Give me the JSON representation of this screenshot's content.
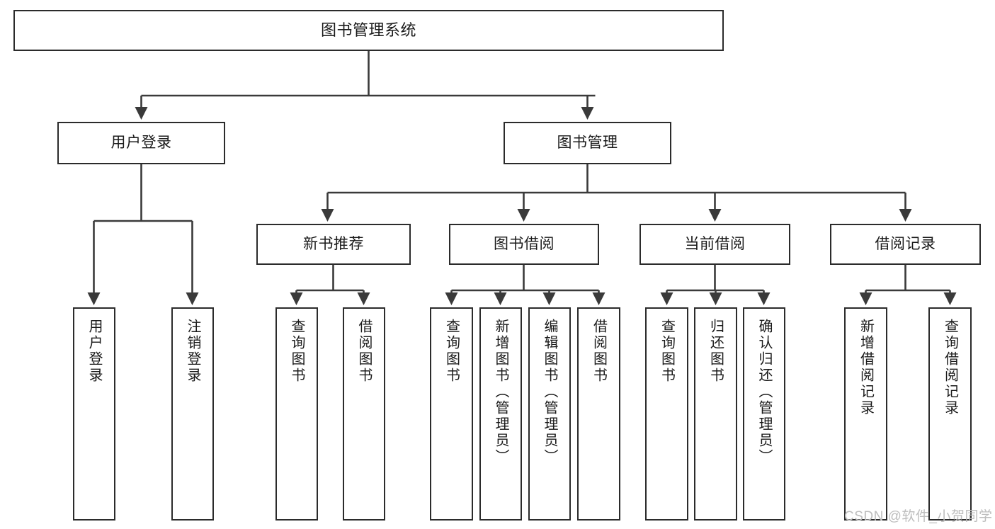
{
  "diagram": {
    "title": "图书管理系统",
    "type": "tree-hierarchy-chart",
    "background_color": "#ffffff",
    "box_border_color": "#2b2b2b",
    "edge_color": "#3a3a3a"
  },
  "nodes": {
    "root": {
      "label": "图书管理系统"
    },
    "level2": [
      {
        "label": "用户登录"
      },
      {
        "label": "图书管理"
      }
    ],
    "level3": [
      {
        "label": "新书推荐"
      },
      {
        "label": "图书借阅"
      },
      {
        "label": "当前借阅"
      },
      {
        "label": "借阅记录"
      }
    ],
    "leaves": {
      "user_login": [
        {
          "label": "用户登录"
        },
        {
          "label": "注销登录"
        }
      ],
      "new_book": [
        {
          "label": "查询图书"
        },
        {
          "label": "借阅图书"
        }
      ],
      "book_borrow": [
        {
          "label": "查询图书"
        },
        {
          "label": "新增图书（管理员）"
        },
        {
          "label": "编辑图书（管理员）"
        },
        {
          "label": "借阅图书"
        }
      ],
      "current_borrow": [
        {
          "label": "查询图书"
        },
        {
          "label": "归还图书"
        },
        {
          "label": "确认归还（管理员）"
        }
      ],
      "borrow_record": [
        {
          "label": "新增借阅记录"
        },
        {
          "label": "查询借阅记录"
        }
      ]
    }
  },
  "watermark": {
    "text": "CSDN @软件_小贺同学"
  }
}
